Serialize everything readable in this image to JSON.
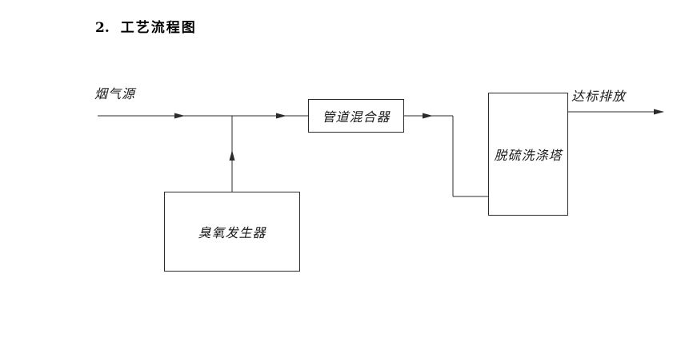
{
  "title": {
    "number": "2.",
    "text": "工艺流程图"
  },
  "diagram": {
    "source_label": "烟气源",
    "mixer_label": "管道混合器",
    "ozone_label": "臭氧发生器",
    "tower_label": "脱硫洗涤塔",
    "output_label": "达标排放"
  },
  "colors": {
    "line": "#2b2b2b",
    "text": "#1a1a1a",
    "background": "#ffffff"
  }
}
